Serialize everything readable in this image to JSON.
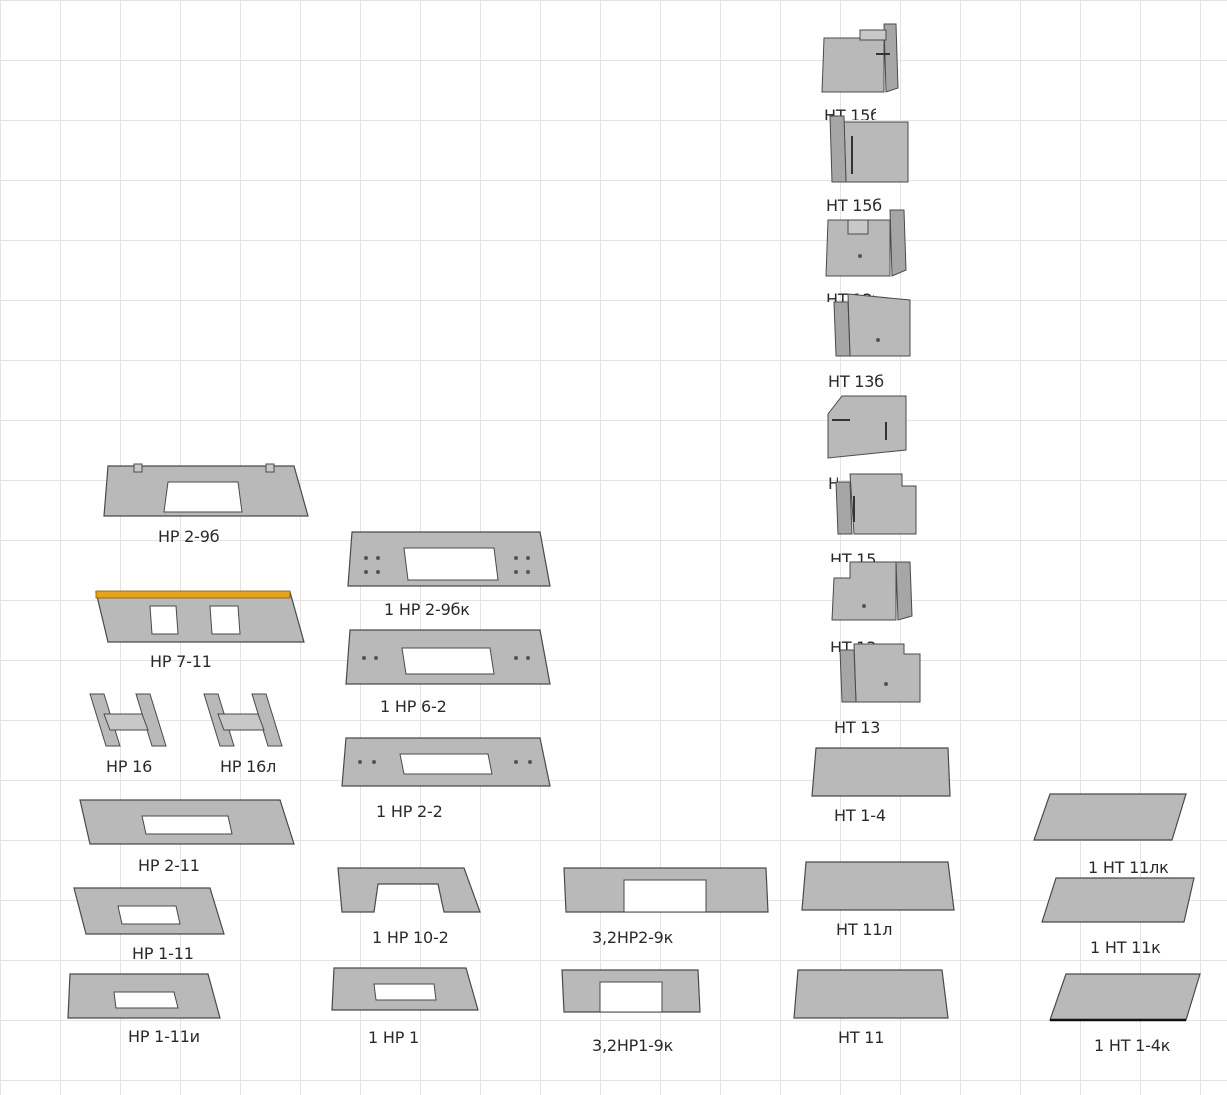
{
  "viewport": {
    "background": "#ffffff",
    "grid_color": "#e4e4e4",
    "part_face_color": "#b9b9b9",
    "part_edge_color": "#4a4a4a",
    "highlight_color": "#e8a31c"
  },
  "parts": [
    {
      "label": "НР 2-9б"
    },
    {
      "label": "НР 7-11",
      "highlighted": true
    },
    {
      "label": "НР 16"
    },
    {
      "label": "НР 16л"
    },
    {
      "label": "НР 2-11"
    },
    {
      "label": "НР 1-11"
    },
    {
      "label": "НР 1-11и"
    },
    {
      "label": "1 НР 2-9бк"
    },
    {
      "label": "1 НР 6-2"
    },
    {
      "label": "1 НР 2-2"
    },
    {
      "label": "1 НР 10-2"
    },
    {
      "label": "1 НР 1"
    },
    {
      "label": "3,2НР2-9к"
    },
    {
      "label": "3,2НР1-9к"
    },
    {
      "label": "НТ 15бл"
    },
    {
      "label": "НТ 15б"
    },
    {
      "label": "НТ 13б"
    },
    {
      "label": "НТ 13б"
    },
    {
      "label": "НТ 15"
    },
    {
      "label": "НТ 15"
    },
    {
      "label": "НТ 13"
    },
    {
      "label": "НТ 13"
    },
    {
      "label": "НТ 1-4"
    },
    {
      "label": "НТ 11л"
    },
    {
      "label": "НТ 11"
    },
    {
      "label": "1 НТ 11лк"
    },
    {
      "label": "1 НТ 11к"
    },
    {
      "label": "1 НТ 1-4к"
    }
  ]
}
